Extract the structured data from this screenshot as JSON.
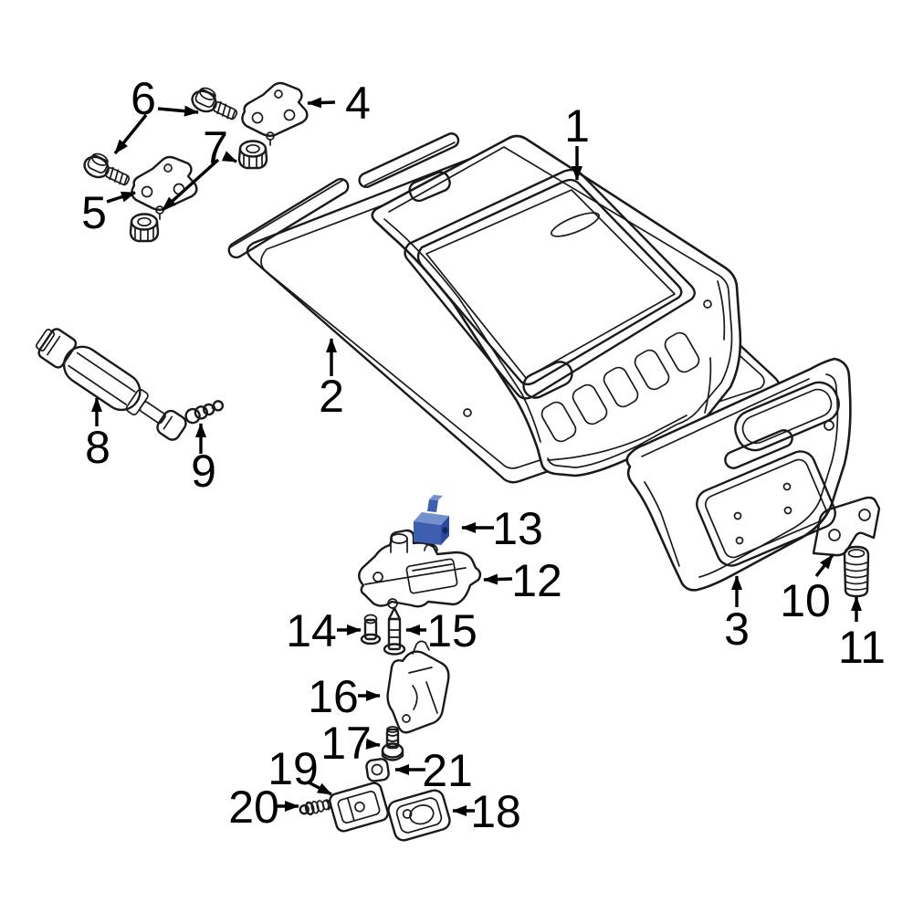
{
  "diagram": {
    "background": "#ffffff",
    "line_color": "#1a1a1a",
    "highlighted_callout": "13",
    "highlight_colors": {
      "front": "#3e5fb0",
      "top": "#7490cf",
      "side": "#2a4a9e",
      "outline": "#16255e",
      "hole": "#16255e"
    },
    "callouts": [
      {
        "number": "1"
      },
      {
        "number": "2"
      },
      {
        "number": "3"
      },
      {
        "number": "4"
      },
      {
        "number": "5"
      },
      {
        "number": "6"
      },
      {
        "number": "7"
      },
      {
        "number": "8"
      },
      {
        "number": "9"
      },
      {
        "number": "10"
      },
      {
        "number": "11"
      },
      {
        "number": "12"
      },
      {
        "number": "13"
      },
      {
        "number": "14"
      },
      {
        "number": "15"
      },
      {
        "number": "16"
      },
      {
        "number": "17"
      },
      {
        "number": "18"
      },
      {
        "number": "19"
      },
      {
        "number": "20"
      },
      {
        "number": "21"
      }
    ]
  }
}
